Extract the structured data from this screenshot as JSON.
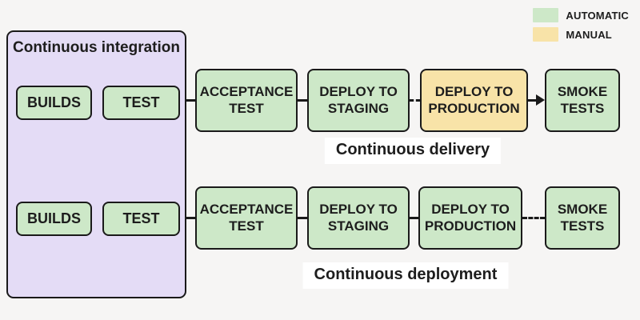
{
  "colors": {
    "automatic": "#cde8c8",
    "manual": "#f8e3a8",
    "integration_fill": "#e4dcf6",
    "border": "#1a1a1a",
    "background": "#f6f5f4",
    "text": "#1d1d1d"
  },
  "legend": {
    "items": [
      {
        "label": "AUTOMATIC",
        "type": "automatic"
      },
      {
        "label": "MANUAL",
        "type": "manual"
      }
    ]
  },
  "integration": {
    "title": "Continuous integration",
    "top_row": {
      "builds": "BUILDS",
      "test": "TEST"
    },
    "bottom_row": {
      "builds": "BUILDS",
      "test": "TEST"
    }
  },
  "delivery": {
    "label": "Continuous delivery",
    "steps": [
      {
        "label": "ACCEPTANCE TEST",
        "type": "automatic"
      },
      {
        "label": "DEPLOY TO STAGING",
        "type": "automatic"
      },
      {
        "label": "DEPLOY TO PRODUCTION",
        "type": "manual"
      },
      {
        "label": "SMOKE TESTS",
        "type": "automatic"
      }
    ]
  },
  "deployment": {
    "label": "Continuous deployment",
    "steps": [
      {
        "label": "ACCEPTANCE TEST",
        "type": "automatic"
      },
      {
        "label": "DEPLOY TO STAGING",
        "type": "automatic"
      },
      {
        "label": "DEPLOY TO PRODUCTION",
        "type": "automatic"
      },
      {
        "label": "SMOKE TESTS",
        "type": "automatic"
      }
    ]
  }
}
